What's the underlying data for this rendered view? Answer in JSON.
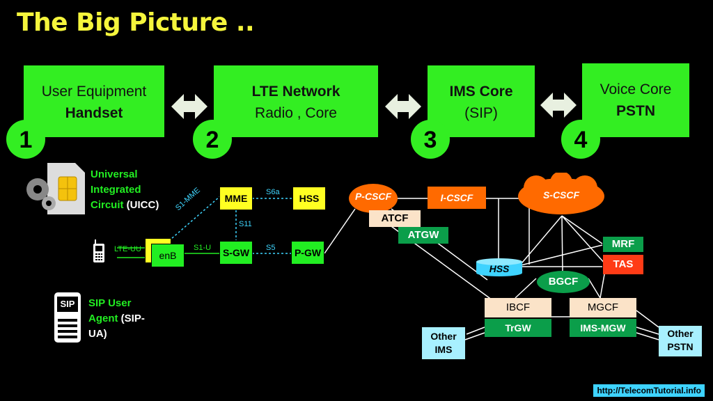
{
  "title": "The Big Picture ..",
  "stages": [
    {
      "num": "1",
      "line1": "User Equipment",
      "line2": "Handset"
    },
    {
      "num": "2",
      "line1": "LTE Network",
      "line2": "Radio , Core"
    },
    {
      "num": "3",
      "line1": "IMS Core",
      "line2": "(SIP)"
    },
    {
      "num": "4",
      "line1": "Voice Core",
      "line2": "PSTN"
    }
  ],
  "uicc": {
    "line1": "Universal",
    "line2": "Integrated",
    "line3a": "Circuit",
    "line3b": " (UICC)"
  },
  "sipua": {
    "line1": "SIP User",
    "line2a": "Agent",
    "line2b": " (SIP-",
    "line3": "UA)",
    "icon_text": "SIP"
  },
  "lte_nodes": {
    "mme": "MME",
    "hss": "HSS",
    "enb": "enB",
    "sgw": "S-GW",
    "pgw": "P-GW"
  },
  "interfaces": {
    "s6a": "S6a",
    "s11": "S11",
    "s1mme": "S1-MME",
    "s1u": "S1-U",
    "s5": "S5",
    "lteuu": "LTE-UU"
  },
  "ims_nodes": {
    "pcscf": "P-CSCF",
    "icscf": "I-CSCF",
    "scscf": "S-CSCF",
    "atcf": "ATCF",
    "atgw": "ATGW",
    "hss": "HSS",
    "mrf": "MRF",
    "tas": "TAS",
    "bgcf": "BGCF",
    "ibcf": "IBCF",
    "mgcf": "MGCF",
    "trgw": "TrGW",
    "imsmgw": "IMS-MGW",
    "other_ims": "Other IMS",
    "other_pstn": "Other PSTN"
  },
  "footer_url": "http://TelecomTutorial.info",
  "colors": {
    "accent_green": "#33ee22",
    "title_yellow": "#f5f53c",
    "orange": "#ff6a00",
    "dark_green": "#0b9e4a"
  }
}
